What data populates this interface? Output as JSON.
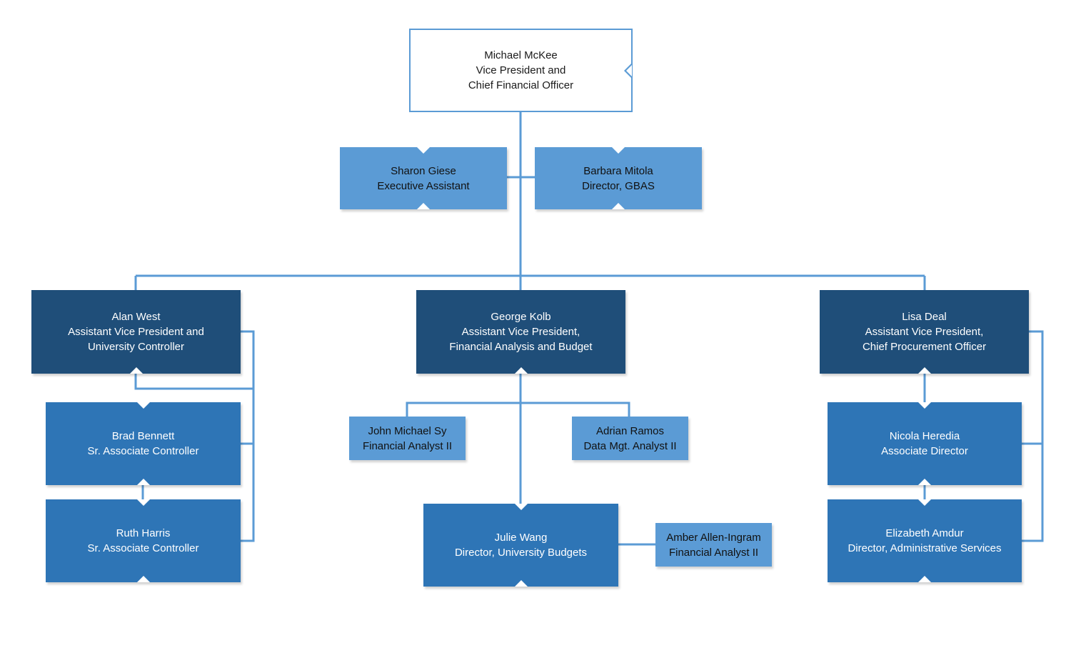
{
  "nodes": {
    "mckee": {
      "name": "Michael McKee",
      "title1": "Vice President and",
      "title2": "Chief Financial Officer"
    },
    "giese": {
      "name": "Sharon Giese",
      "title1": "Executive Assistant"
    },
    "mitola": {
      "name": "Barbara Mitola",
      "title1": "Director, GBAS"
    },
    "west": {
      "name": "Alan West",
      "title1": "Assistant Vice President and",
      "title2": "University Controller"
    },
    "kolb": {
      "name": "George Kolb",
      "title1": "Assistant Vice President,",
      "title2": "Financial Analysis and Budget"
    },
    "deal": {
      "name": "Lisa Deal",
      "title1": "Assistant Vice President,",
      "title2": "Chief Procurement Officer"
    },
    "bennett": {
      "name": "Brad Bennett",
      "title1": "Sr. Associate Controller"
    },
    "harris": {
      "name": "Ruth Harris",
      "title1": "Sr. Associate Controller"
    },
    "sy": {
      "name": "John Michael Sy",
      "title1": "Financial Analyst II"
    },
    "ramos": {
      "name": "Adrian Ramos",
      "title1": "Data Mgt. Analyst II"
    },
    "wang": {
      "name": "Julie Wang",
      "title1": "Director, University Budgets"
    },
    "ingram": {
      "name": "Amber Allen-Ingram",
      "title1": "Financial Analyst II"
    },
    "heredia": {
      "name": "Nicola Heredia",
      "title1": "Associate Director"
    },
    "amdur": {
      "name": "Elizabeth Amdur",
      "title1": "Director, Administrative Services"
    }
  },
  "colors": {
    "connector": "#5b9bd5",
    "dark_box": "#1f4e79",
    "mid_box": "#2e75b6",
    "light_box": "#5b9bd5",
    "top_border": "#5b9bd5"
  }
}
